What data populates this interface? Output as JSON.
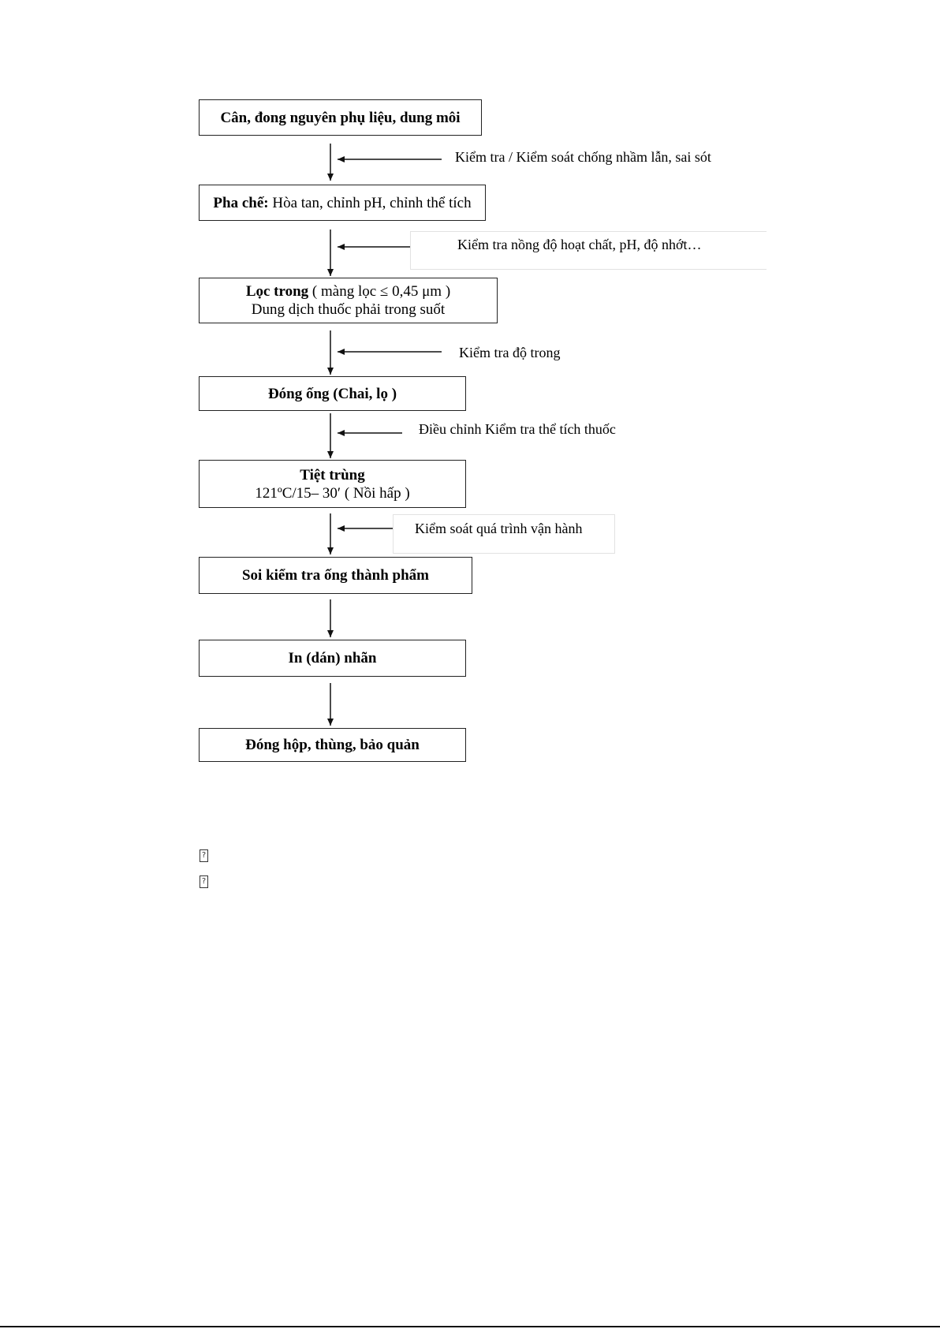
{
  "flowchart": {
    "steps": [
      {
        "bold": "Cân, đong nguyên phụ liệu, dung môi"
      },
      {
        "bold": "Pha chế:",
        "text": " Hòa tan, chỉnh pH, chỉnh thể tích"
      },
      {
        "bold": "Lọc trong",
        "text": " ( màng lọc ≤ 0,45 μm )",
        "line2": "Dung dịch thuốc phải trong suốt"
      },
      {
        "bold": "Đóng ống (Chai, lọ )"
      },
      {
        "bold": "Tiệt trùng",
        "line2": "121ºC/15– 30′ ( Nồi hấp )"
      },
      {
        "bold": "Soi kiểm tra ống thành phẩm"
      },
      {
        "bold": "In (dán) nhãn"
      },
      {
        "bold": "Đóng hộp, thùng, bảo quản"
      }
    ],
    "checks": [
      "Kiểm tra / Kiểm soát chống nhầm lẫn, sai sót",
      "Kiểm tra nồng độ hoạt chất, pH, độ nhớt…",
      "Kiểm tra độ trong",
      "Điều chỉnh Kiểm tra thể tích thuốc",
      "Kiểm soát quá trình vận hành"
    ]
  },
  "placeholders": [
    "?",
    "?"
  ]
}
